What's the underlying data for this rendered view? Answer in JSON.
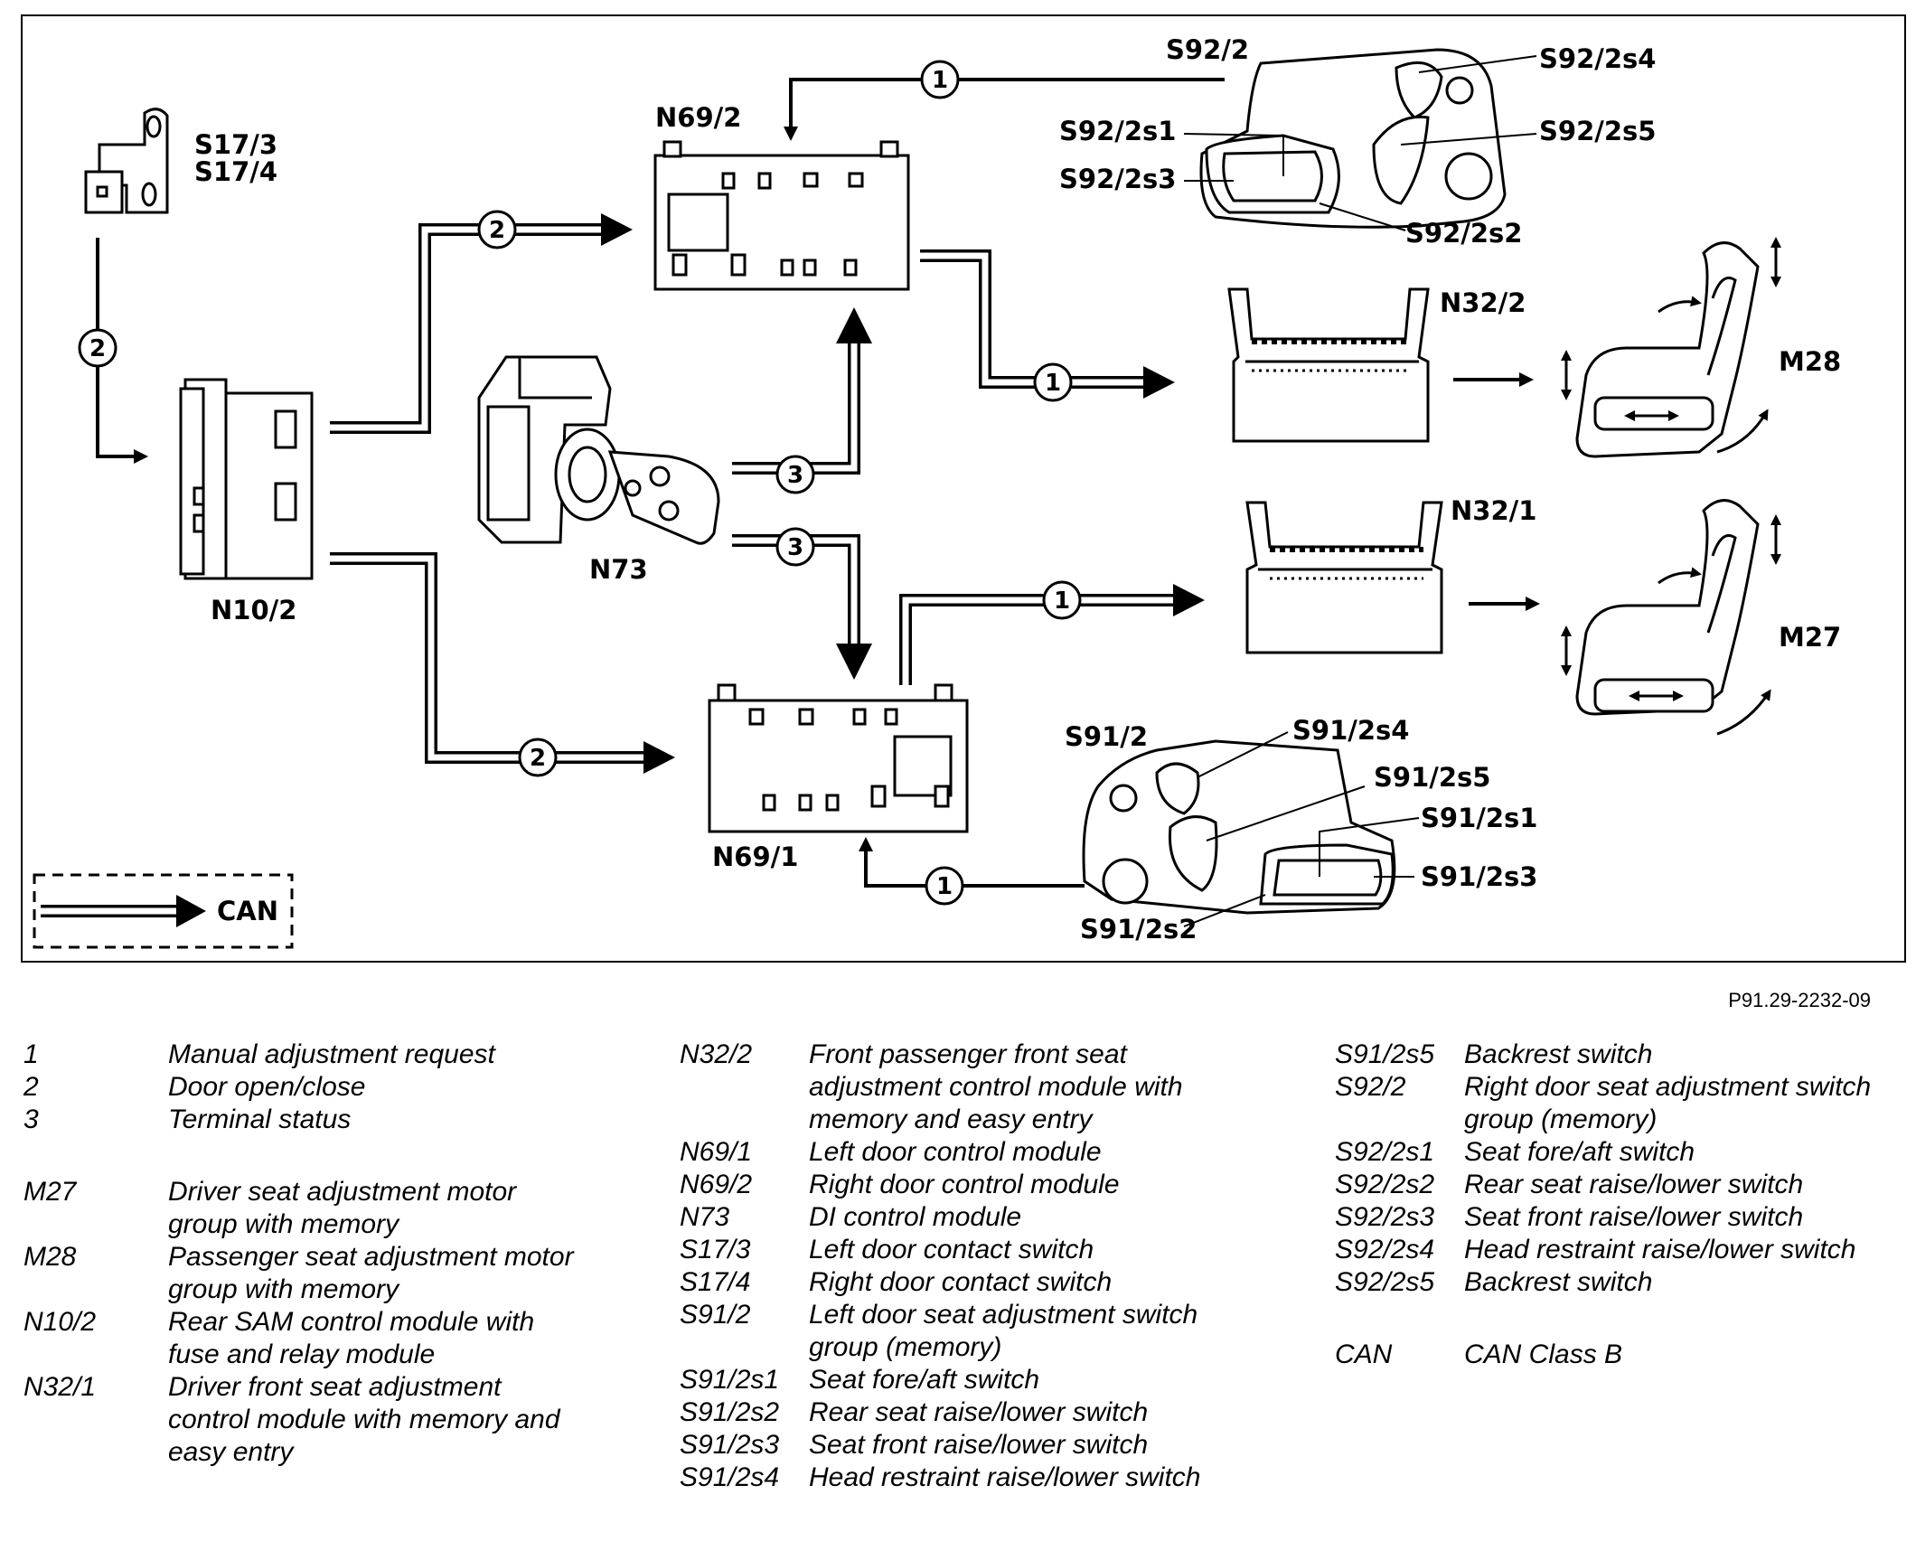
{
  "diagram": {
    "labels": {
      "s17_3": "S17/3",
      "s17_4": "S17/4",
      "n10_2": "N10/2",
      "n69_2": "N69/2",
      "n69_1": "N69/1",
      "n73": "N73",
      "n32_2": "N32/2",
      "n32_1": "N32/1",
      "m28": "M28",
      "m27": "M27",
      "s92_2": "S92/2",
      "s92_2s1": "S92/2s1",
      "s92_2s2": "S92/2s2",
      "s92_2s3": "S92/2s3",
      "s92_2s4": "S92/2s4",
      "s92_2s5": "S92/2s5",
      "s91_2": "S91/2",
      "s91_2s1": "S91/2s1",
      "s91_2s2": "S91/2s2",
      "s91_2s3": "S91/2s3",
      "s91_2s4": "S91/2s4",
      "s91_2s5": "S91/2s5",
      "can_key": "CAN"
    },
    "numbers": {
      "n1": "1",
      "n2": "2",
      "n3": "3"
    }
  },
  "figure_ref": "P91.29-2232-09",
  "legend": {
    "col1": [
      {
        "key": "1",
        "value": "Manual adjustment request"
      },
      {
        "key": "2",
        "value": "Door open/close"
      },
      {
        "key": "3",
        "value": "Terminal status"
      },
      {
        "key": "M27",
        "value": "Driver seat adjustment motor group with memory"
      },
      {
        "key": "M28",
        "value": "Passenger seat adjustment motor group with memory"
      },
      {
        "key": "N10/2",
        "value": "Rear SAM control module with fuse and relay module"
      },
      {
        "key": "N32/1",
        "value": "Driver front seat adjustment control module with memory and easy entry"
      }
    ],
    "col2": [
      {
        "key": "N32/2",
        "value": "Front passenger front seat adjustment control module with memory and easy entry"
      },
      {
        "key": "N69/1",
        "value": "Left door control module"
      },
      {
        "key": "N69/2",
        "value": "Right door control module"
      },
      {
        "key": "N73",
        "value": "DI control module"
      },
      {
        "key": "S17/3",
        "value": "Left door contact switch"
      },
      {
        "key": "S17/4",
        "value": "Right door contact switch"
      },
      {
        "key": "S91/2",
        "value": "Left door seat adjustment switch group (memory)"
      },
      {
        "key": "S91/2s1",
        "value": "Seat fore/aft switch"
      },
      {
        "key": "S91/2s2",
        "value": "Rear seat raise/lower switch"
      },
      {
        "key": "S91/2s3",
        "value": "Seat front raise/lower switch"
      },
      {
        "key": "S91/2s4",
        "value": "Head restraint raise/lower switch"
      }
    ],
    "col3": [
      {
        "key": "S91/2s5",
        "value": "Backrest switch"
      },
      {
        "key": "S92/2",
        "value": "Right door seat adjustment switch group (memory)"
      },
      {
        "key": "S92/2s1",
        "value": "Seat fore/aft switch"
      },
      {
        "key": "S92/2s2",
        "value": "Rear seat raise/lower switch"
      },
      {
        "key": "S92/2s3",
        "value": "Seat front raise/lower switch"
      },
      {
        "key": "S92/2s4",
        "value": "Head restraint raise/lower switch"
      },
      {
        "key": "S92/2s5",
        "value": "Backrest switch"
      },
      {
        "key": "CAN",
        "value": "CAN Class B"
      }
    ]
  }
}
